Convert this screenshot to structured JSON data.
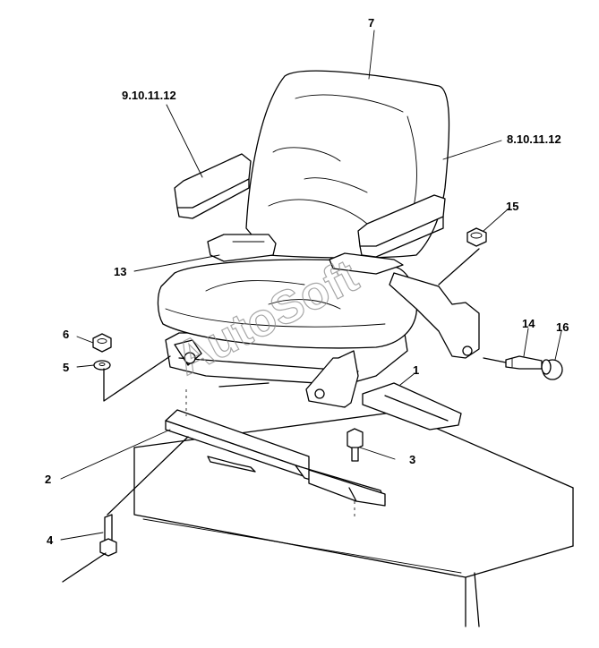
{
  "callouts": {
    "c7": "7",
    "c9_10_11_12": "9.10.11.12",
    "c8_10_11_12": "8.10.11.12",
    "c15": "15",
    "c13": "13",
    "c6": "6",
    "c5": "5",
    "c14": "14",
    "c16": "16",
    "c1": "1",
    "c3": "3",
    "c2": "2",
    "c4": "4"
  },
  "watermark": "AutoSoft"
}
